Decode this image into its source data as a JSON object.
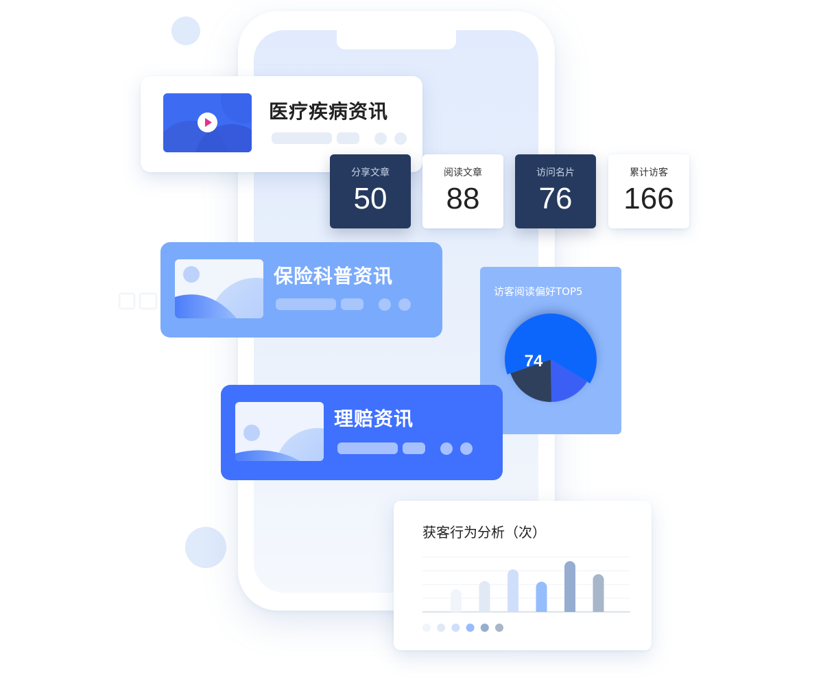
{
  "cards": {
    "medical": {
      "title": "医疗疾病资讯"
    },
    "insurance": {
      "title": "保险科普资讯"
    },
    "claims": {
      "title": "理赔资讯"
    }
  },
  "stats": [
    {
      "label": "分享文章",
      "value": "50",
      "theme": "dark"
    },
    {
      "label": "阅读文章",
      "value": "88",
      "theme": "light"
    },
    {
      "label": "访问名片",
      "value": "76",
      "theme": "dark"
    },
    {
      "label": "累计访客",
      "value": "166",
      "theme": "light"
    }
  ],
  "pie_card": {
    "title": "访客阅读偏好TOP5",
    "center_value": "74"
  },
  "bar_card": {
    "title": "获客行为分析（次）"
  },
  "colors": {
    "brand_blue": "#4070fe",
    "light_blue": "#7aaafb",
    "dark_navy": "#253a5e",
    "pie_bg": "#8fb7fc"
  },
  "icons": [
    "play-icon"
  ],
  "chart_data": [
    {
      "type": "pie",
      "title": "访客阅读偏好TOP5",
      "center_label": "74",
      "slices": [
        {
          "value": 0.64,
          "color": "#0a66fb"
        },
        {
          "value": 0.16,
          "color": "#3b5ef5"
        },
        {
          "value": 0.2,
          "color": "#2e3f5c"
        }
      ]
    },
    {
      "type": "bar",
      "title": "获客行为分析（次）",
      "values": [
        33,
        45,
        62,
        44,
        74,
        55
      ],
      "colors": [
        "#f0f4fb",
        "#e1e9f5",
        "#cfdffb",
        "#95bdfc",
        "#96add0",
        "#a7b6c9"
      ],
      "ylim": [
        0,
        80
      ],
      "grid": true
    }
  ]
}
